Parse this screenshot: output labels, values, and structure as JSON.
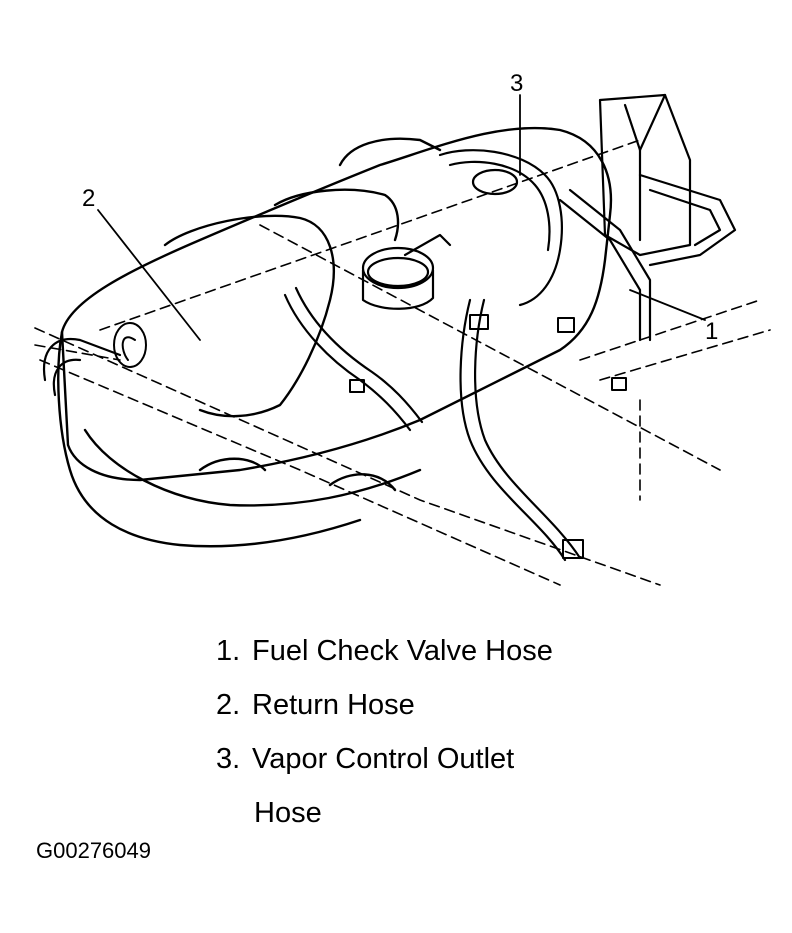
{
  "callouts": [
    "1",
    "2",
    "3"
  ],
  "legend": [
    {
      "num": "1.",
      "text": "Fuel Check Valve Hose"
    },
    {
      "num": "2.",
      "text": "Return Hose"
    },
    {
      "num": "3.",
      "text": "Vapor Control Outlet"
    }
  ],
  "legend_continuation": "Hose",
  "figure_id": "G00276049"
}
